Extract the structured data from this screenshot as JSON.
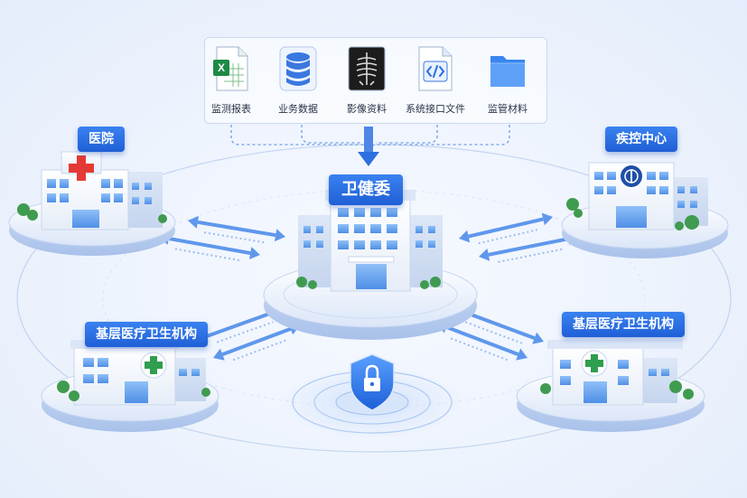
{
  "sources": [
    {
      "label": "监测报表",
      "icon": "spreadsheet-icon"
    },
    {
      "label": "业务数据",
      "icon": "database-icon"
    },
    {
      "label": "影像资料",
      "icon": "xray-image-icon"
    },
    {
      "label": "系统接口文件",
      "icon": "code-file-icon"
    },
    {
      "label": "监管材料",
      "icon": "folder-icon"
    }
  ],
  "hub": {
    "label": "卫健委"
  },
  "nodes": {
    "hospital": {
      "label": "医院"
    },
    "cdc": {
      "label": "疾控中心"
    },
    "clinic_left": {
      "label": "基层医疗卫生机构"
    },
    "clinic_right": {
      "label": "基层医疗卫生机构"
    }
  },
  "colors": {
    "accent": "#2a6fe4",
    "tag_bg": "#1f5fd6",
    "arrow": "#5f97ec",
    "red_cross": "#e53935",
    "green_cross": "#2f9e4f",
    "platform": "#dfe9fa"
  },
  "security": {
    "icon": "shield-lock-icon"
  }
}
